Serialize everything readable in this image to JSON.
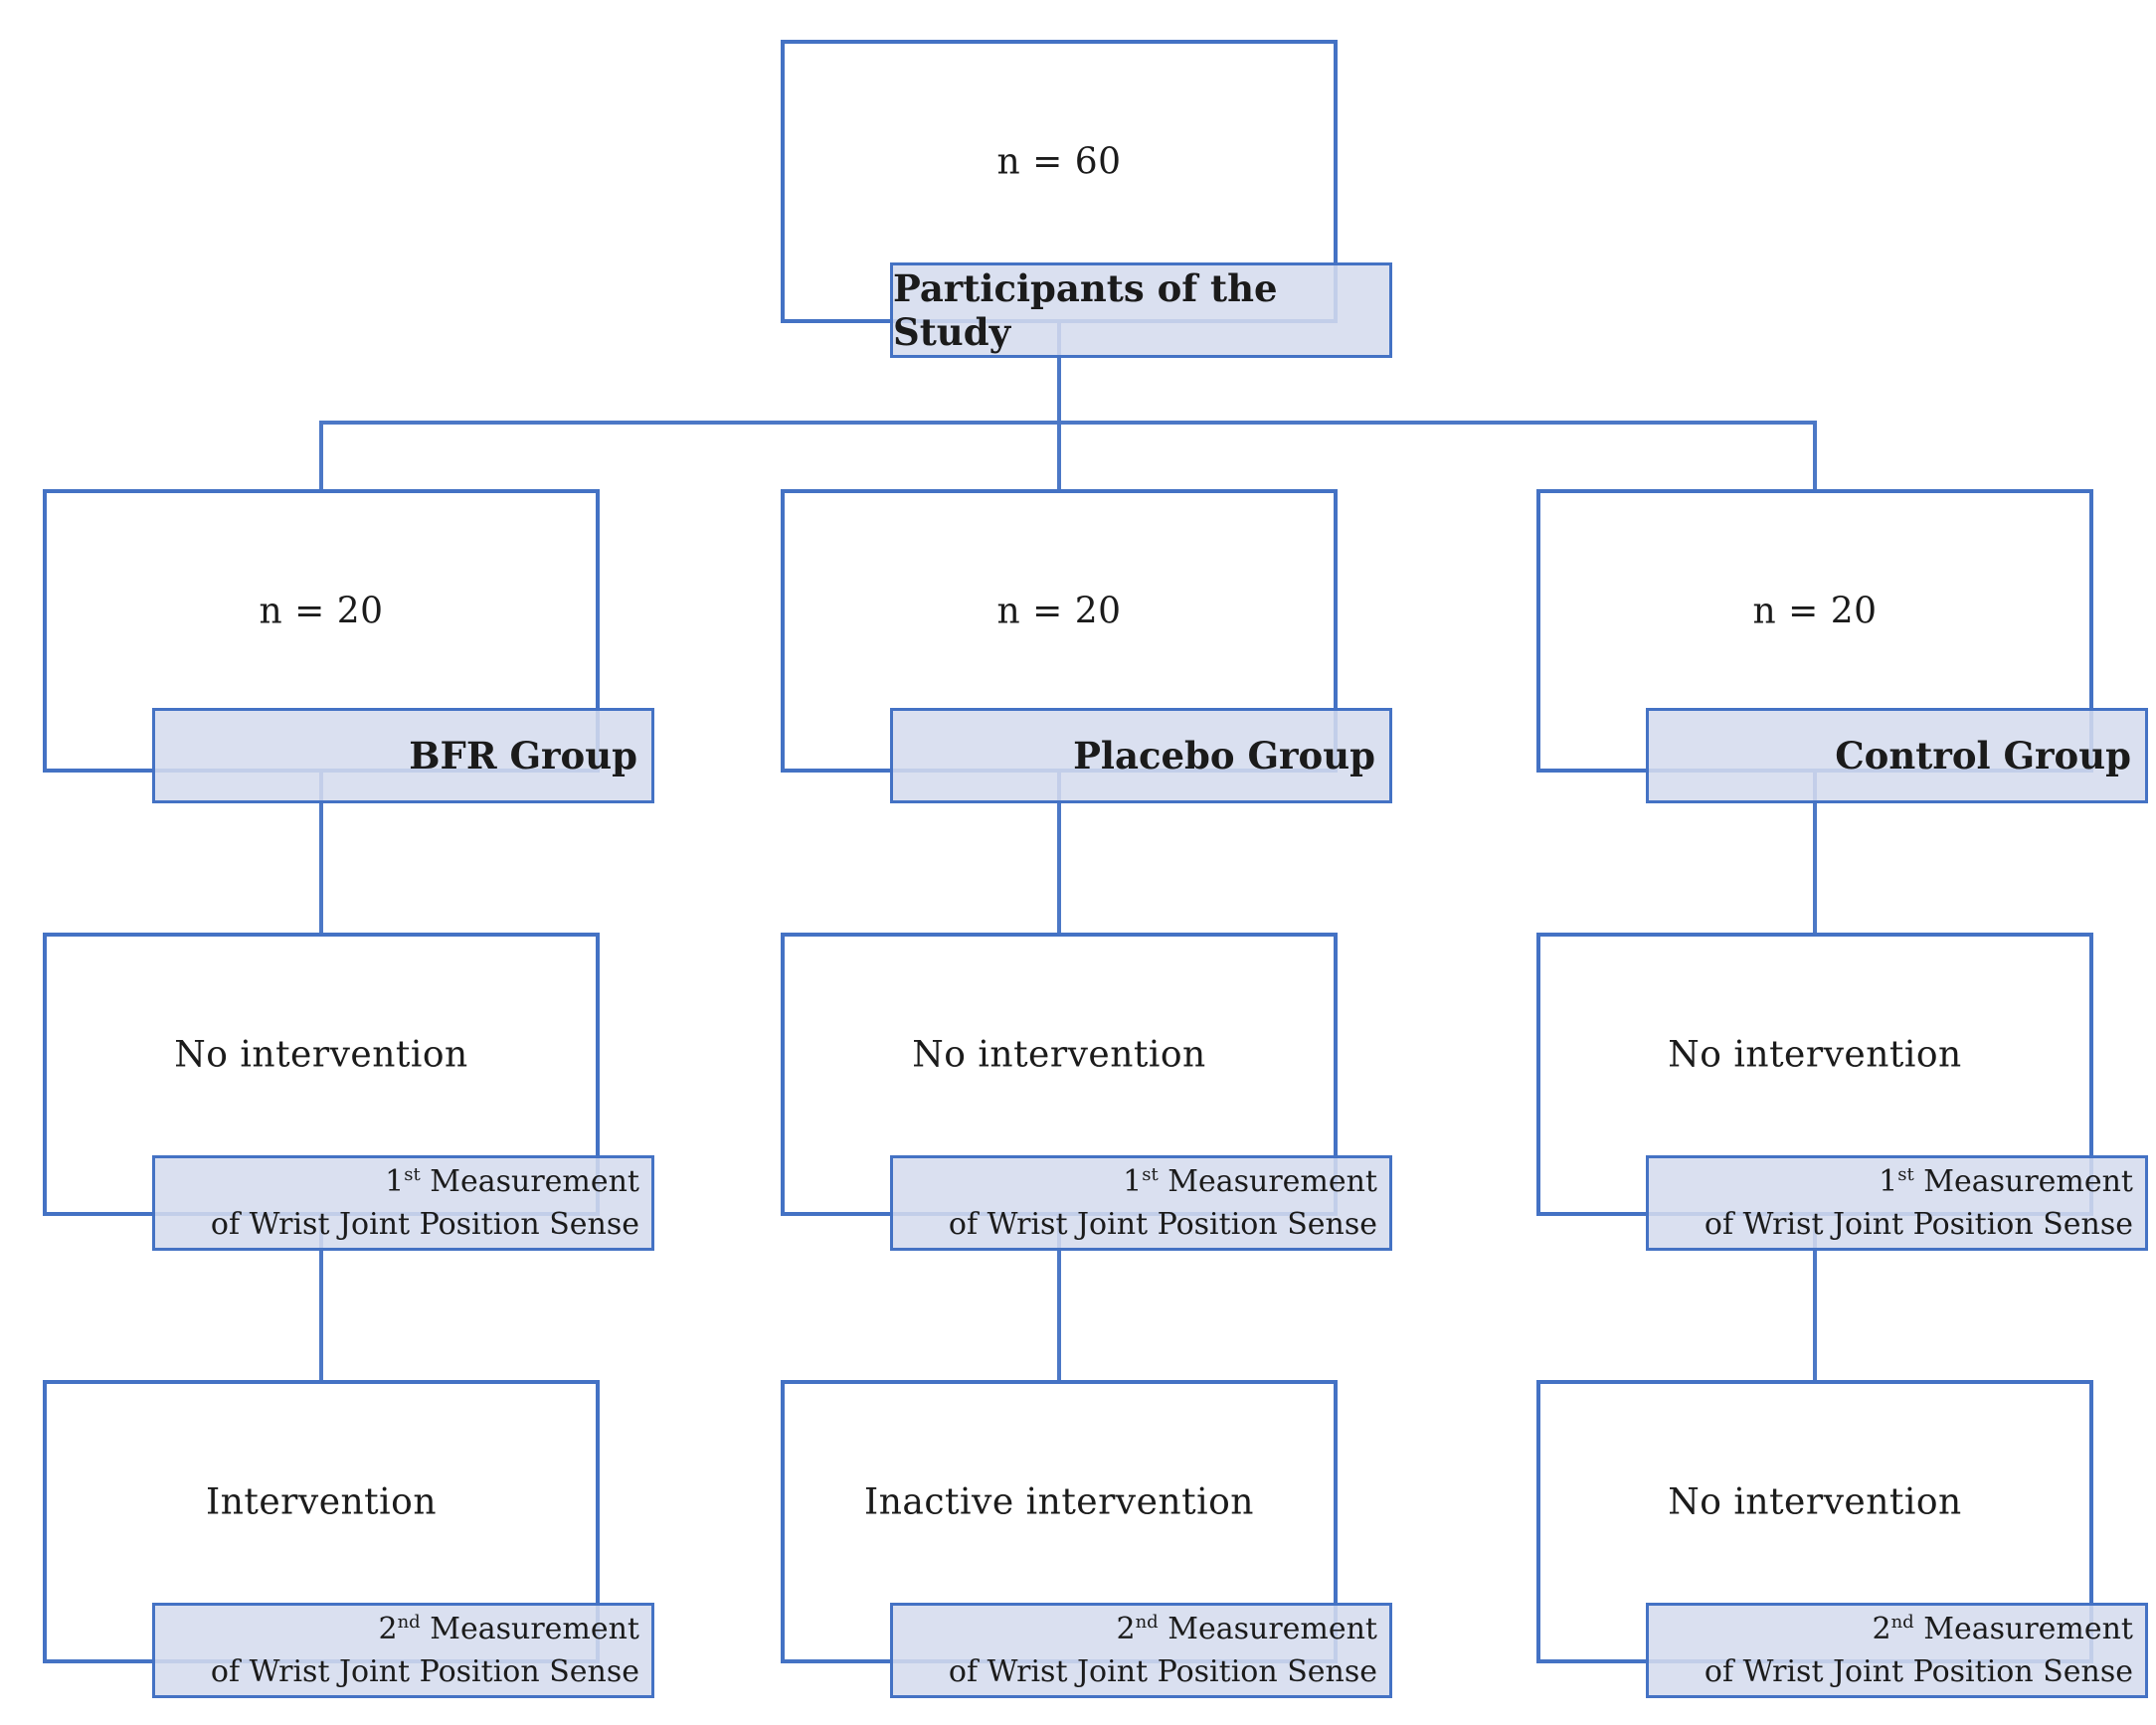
{
  "figure": {
    "root": {
      "count": "n = 60",
      "label": "Participants of the Study"
    },
    "columns": [
      {
        "count": "n = 20",
        "group": "BFR Group",
        "stage1": "No intervention",
        "measure1": {
          "num": "1",
          "sup": "st",
          "rest": " Measurement",
          "line2": "of Wrist Joint Position Sense"
        },
        "stage2": "Intervention",
        "measure2": {
          "num": "2",
          "sup": "nd",
          "rest": " Measurement",
          "line2": "of Wrist Joint Position Sense"
        }
      },
      {
        "count": "n = 20",
        "group": "Placebo Group",
        "stage1": "No intervention",
        "measure1": {
          "num": "1",
          "sup": "st",
          "rest": " Measurement",
          "line2": "of Wrist Joint Position Sense"
        },
        "stage2": "Inactive intervention",
        "measure2": {
          "num": "2",
          "sup": "nd",
          "rest": " Measurement",
          "line2": "of Wrist Joint Position Sense"
        }
      },
      {
        "count": "n = 20",
        "group": "Control Group",
        "stage1": "No intervention",
        "measure1": {
          "num": "1",
          "sup": "st",
          "rest": " Measurement",
          "line2": "of Wrist Joint Position Sense"
        },
        "stage2": "No intervention",
        "measure2": {
          "num": "2",
          "sup": "nd",
          "rest": " Measurement",
          "line2": "of Wrist Joint Position Sense"
        }
      }
    ],
    "colors": {
      "accent": "#4472C4",
      "connector": "#4C78C6",
      "shade_fill": "#D9DEF0",
      "text": "#1B1B1B",
      "background": "#FFFFFF"
    }
  }
}
